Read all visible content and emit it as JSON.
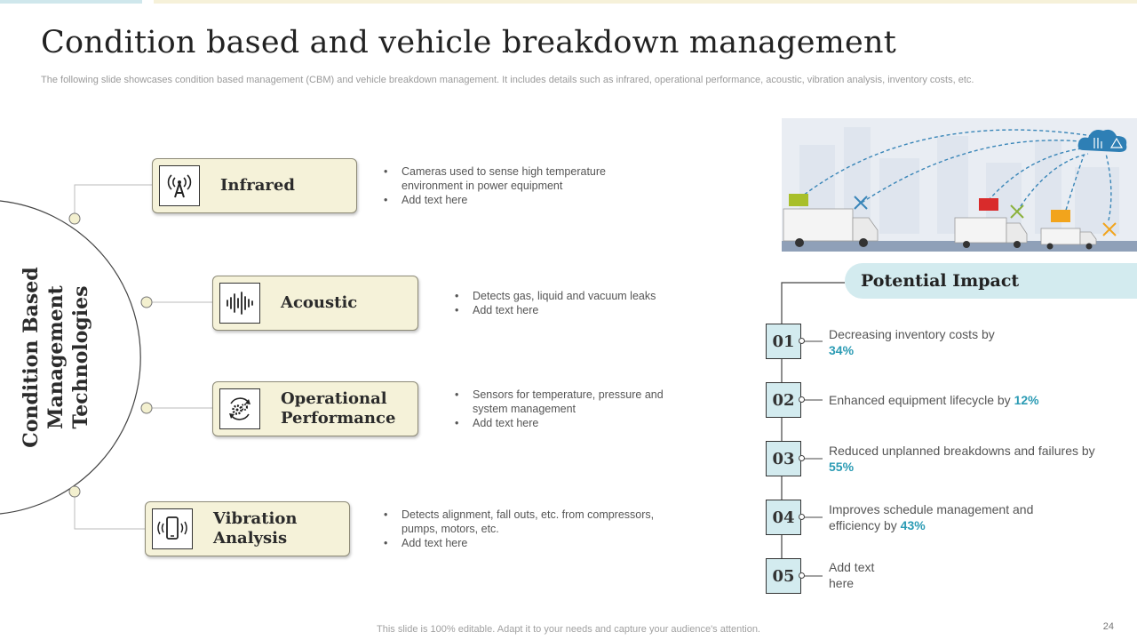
{
  "title": "Condition based and vehicle breakdown management",
  "subtitle": "The following slide showcases condition based management (CBM) and vehicle breakdown management. It includes details such as infrared, operational performance, acoustic, vibration analysis, inventory costs, etc.",
  "left_label": [
    "Condition Based",
    "Management",
    "Technologies"
  ],
  "technologies": [
    {
      "label": [
        "Infrared"
      ],
      "icon": "antenna-icon",
      "bullets": [
        "Cameras used to sense high temperature environment in power equipment",
        "Add text here"
      ]
    },
    {
      "label": [
        "Acoustic"
      ],
      "icon": "sound-wave-icon",
      "bullets": [
        "Detects gas, liquid and vacuum leaks",
        "Add text here"
      ]
    },
    {
      "label": [
        "Operational",
        "Performance"
      ],
      "icon": "gears-cycle-icon",
      "bullets": [
        "Sensors for temperature, pressure and system management",
        "Add text here"
      ]
    },
    {
      "label": [
        "Vibration",
        "Analysis"
      ],
      "icon": "vibrating-phone-icon",
      "bullets": [
        "Detects alignment, fall outs, etc. from compressors, pumps, motors, etc.",
        "Add text here"
      ]
    }
  ],
  "impact": {
    "heading": "Potential Impact",
    "items": [
      {
        "num": "01",
        "text": "Decreasing inventory costs by",
        "pct": "34%"
      },
      {
        "num": "02",
        "text": "Enhanced equipment lifecycle by",
        "pct": "12%"
      },
      {
        "num": "03",
        "text": "Reduced unplanned breakdowns and failures by",
        "pct": "55%"
      },
      {
        "num": "04",
        "text": "Improves schedule management and efficiency by",
        "pct": "43%"
      },
      {
        "num": "05",
        "text": "Add text here",
        "pct": ""
      }
    ]
  },
  "footer": "This slide is 100% editable. Adapt it to your needs and capture your audience's attention.",
  "page_number": "24",
  "colors": {
    "box_fill": "#f5f2d9",
    "impact_fill": "#d3ebef",
    "accent": "#2b9bb4"
  }
}
